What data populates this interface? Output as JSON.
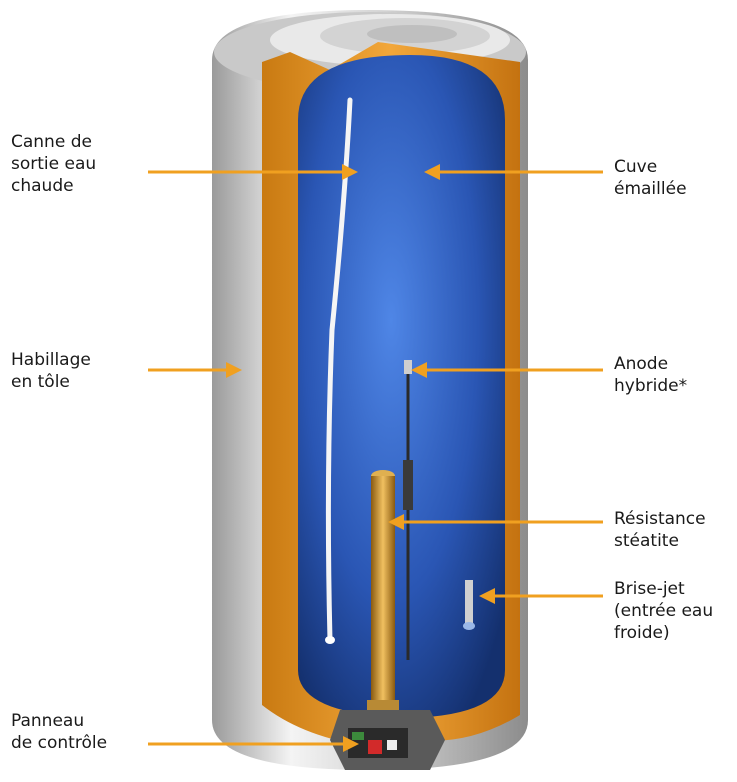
{
  "labels": {
    "canne": [
      "Canne de",
      "sortie eau",
      "chaude"
    ],
    "habillage": [
      "Habillage",
      "en tôle"
    ],
    "panneau": [
      "Panneau",
      "de contrôle"
    ],
    "cuve": [
      "Cuve",
      "émaillée"
    ],
    "anode": [
      "Anode",
      "hybride*"
    ],
    "resistance": [
      "Résistance",
      "stéatite"
    ],
    "brise": [
      "Brise-jet",
      "(entrée eau",
      "froide)"
    ]
  },
  "colors": {
    "arrow": "#f0a020",
    "tank_blue": "#2f5fc0",
    "insulation": "#e0961f",
    "shell": "#d8d8d8"
  }
}
